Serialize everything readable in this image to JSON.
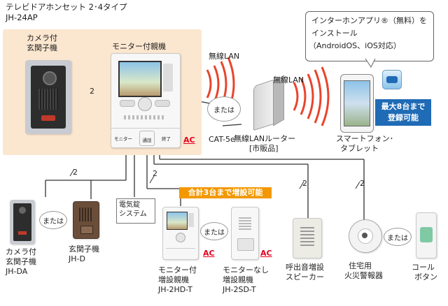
{
  "header": {
    "title": "テレビドアホンセット 2･4タイプ",
    "model": "JH-24AP"
  },
  "main_set": {
    "door_camera_label": [
      "カメラ付",
      "玄関子機"
    ],
    "master_label": "モニター付親機",
    "wire_mark": "2"
  },
  "master_buttons": {
    "monitor": "モニター",
    "call": "通話",
    "off": "終了"
  },
  "connection": {
    "wireless_lan_1": "無線LAN",
    "wireless_lan_2": "無線LAN",
    "or_label": "または",
    "cat5e": "CAT-5e",
    "router_label": [
      "無線LANルーター",
      "[市販品]"
    ],
    "smartphone_label": [
      "スマートフォン･",
      "タブレット"
    ]
  },
  "app_callout": {
    "lines": [
      "インターホンアプリ®（無料）を",
      "インストール",
      "（AndroidOS、iOS対応）"
    ]
  },
  "register_badge": {
    "lines": [
      "最大8台まで",
      "登録可能"
    ]
  },
  "expansion_badge": "合計3台まで増設可能",
  "ac_label": "AC",
  "wire_marks": {
    "a": "2",
    "b": "2",
    "c": "2",
    "d": "2",
    "e": "2"
  },
  "accessories": {
    "door_cam_label": [
      "カメラ付",
      "玄関子機",
      "JH-DA"
    ],
    "door_label": [
      "玄関子機",
      "JH-D"
    ],
    "or_label": "または",
    "lock_label": [
      "電気錠",
      "システム"
    ],
    "sub_monitor_label": [
      "モニター付",
      "増設親機",
      "JH-2HD-T"
    ],
    "sub_nomonitor_label": [
      "モニターなし",
      "増設親機",
      "JH-2SD-T"
    ],
    "speaker_label": [
      "呼出音増設",
      "スピーカー"
    ],
    "fire_label": [
      "住宅用",
      "火災警報器"
    ],
    "call_button_label": [
      "コール",
      "ボタン"
    ]
  },
  "colors": {
    "panel": "#fbe6cf",
    "orange": "#f39800",
    "red": "#e6001e",
    "wave": "#e8452c",
    "badge_blue": "#1f6bb5"
  }
}
